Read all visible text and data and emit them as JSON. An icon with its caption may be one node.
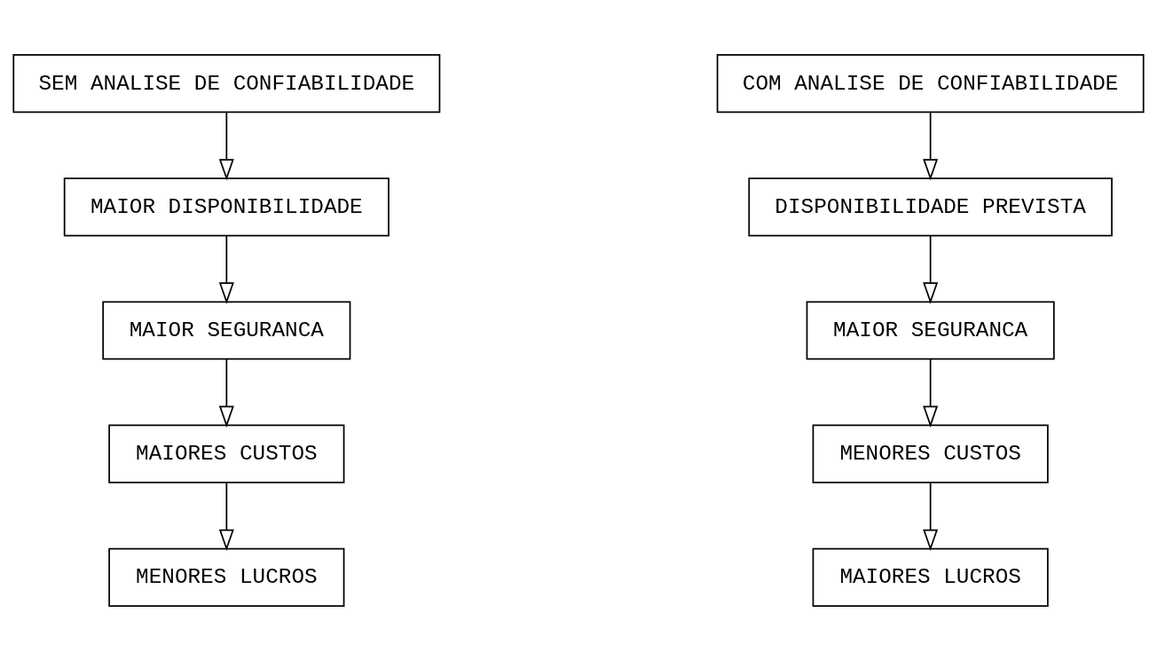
{
  "diagram": {
    "nodes": [
      {
        "text": [
          "SEM ANALISE DE CONFIABILIDADE"
        ]
      },
      {
        "text": [
          "MAIOR DISPONIBILIDADE"
        ]
      },
      {
        "text": [
          "MAIOR SEGURANCA"
        ]
      },
      {
        "text": [
          "MAIORES CUSTOS"
        ]
      },
      {
        "text": [
          "MENORES LUCROS"
        ]
      },
      {
        "text": [
          "COM ANALISE DE CONFIABILIDADE"
        ]
      },
      {
        "text": [
          "DISPONIBILIDADE PREVISTA"
        ]
      },
      {
        "text": [
          "MAIOR SEGURANCA"
        ]
      },
      {
        "text": [
          "MENORES CUSTOS"
        ]
      },
      {
        "text": [
          "MAIORES LUCROS"
        ]
      }
    ],
    "edges": [
      {
        "from": 0,
        "to": 1,
        "arrow": "to"
      },
      {
        "from": 1,
        "to": 2,
        "arrow": "to"
      },
      {
        "from": 2,
        "to": 3,
        "arrow": "to"
      },
      {
        "from": 3,
        "to": 4,
        "arrow": "to"
      },
      {
        "from": 5,
        "to": 6,
        "arrow": "to"
      },
      {
        "from": 6,
        "to": 7,
        "arrow": "to"
      },
      {
        "from": 7,
        "to": 8,
        "arrow": "to"
      },
      {
        "from": 8,
        "to": 9,
        "arrow": "to"
      }
    ]
  }
}
